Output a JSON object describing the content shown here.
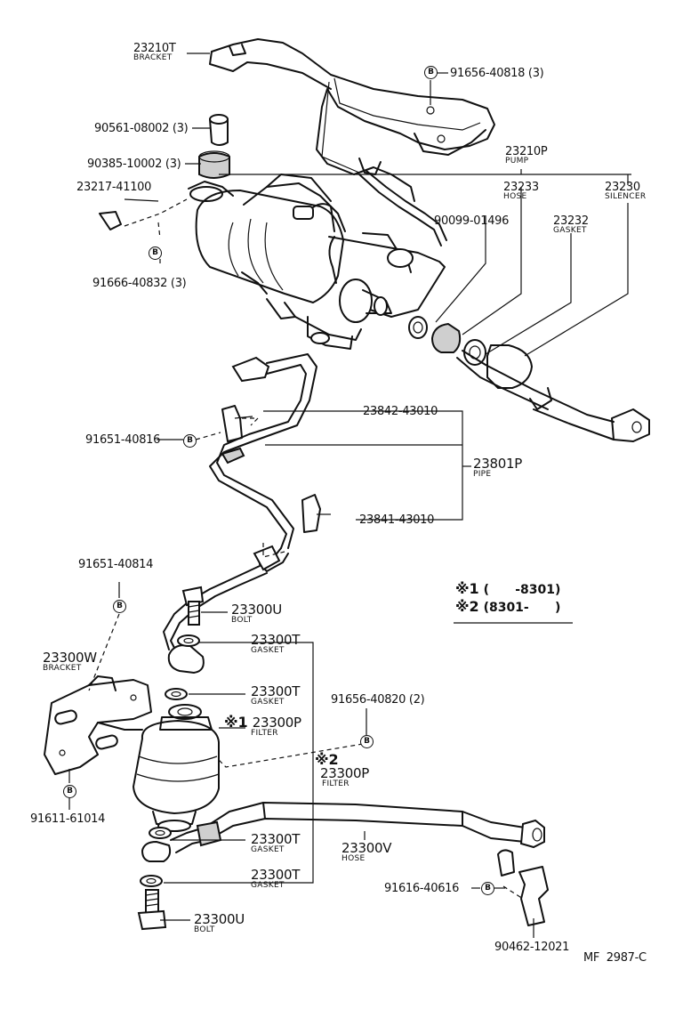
{
  "labels": {
    "l_23210T": {
      "num": "23210T",
      "cap": "BRACKET"
    },
    "l_91656_40818": {
      "num": "91656-40818 (3)"
    },
    "l_90561": {
      "num": "90561-08002 (3)"
    },
    "l_90385": {
      "num": "90385-10002 (3)"
    },
    "l_23210P": {
      "num": "23210P",
      "cap": "PUMP"
    },
    "l_23217": {
      "num": "23217-41100"
    },
    "l_23233": {
      "num": "23233",
      "cap": "HOSE"
    },
    "l_23230": {
      "num": "23230",
      "cap": "SILENCER"
    },
    "l_90099": {
      "num": "90099-01496"
    },
    "l_23232": {
      "num": "23232",
      "cap": "GASKET"
    },
    "l_91666": {
      "num": "91666-40832 (3)"
    },
    "l_23842": {
      "num": "23842-43010"
    },
    "l_91651_40816": {
      "num": "91651-40816"
    },
    "l_23801P": {
      "num": "23801P",
      "cap": "PIPE"
    },
    "l_23841": {
      "num": "23841-43010"
    },
    "l_91651_40814": {
      "num": "91651-40814"
    },
    "l_23300U_top": {
      "num": "23300U",
      "cap": "BOLT"
    },
    "l_23300W": {
      "num": "23300W",
      "cap": "BRACKET"
    },
    "l_23300T_1": {
      "num": "23300T",
      "cap": "GASKET"
    },
    "l_23300T_2": {
      "num": "23300T",
      "cap": "GASKET"
    },
    "l_91656_40820": {
      "num": "91656-40820 (2)"
    },
    "l_23300P_1": {
      "mark": "※1",
      "num": "23300P",
      "cap": "FILTER"
    },
    "l_23300P_2": {
      "mark": "※2",
      "num": "23300P",
      "cap": "FILTER"
    },
    "l_91611": {
      "num": "91611-61014"
    },
    "l_23300T_3": {
      "num": "23300T",
      "cap": "GASKET"
    },
    "l_23300V": {
      "num": "23300V",
      "cap": "HOSE"
    },
    "l_23300T_4": {
      "num": "23300T",
      "cap": "GASKET"
    },
    "l_91616": {
      "num": "91616-40616"
    },
    "l_23300U_bottom": {
      "num": "23300U",
      "cap": "BOLT"
    },
    "l_90462": {
      "num": "90462-12021"
    }
  },
  "bolt_mark": "B",
  "notes": {
    "n1": {
      "mark": "※1",
      "text": "(      -8301)"
    },
    "n2": {
      "mark": "※2",
      "text": "(8301-      )"
    }
  },
  "code": "MF  2987-C"
}
